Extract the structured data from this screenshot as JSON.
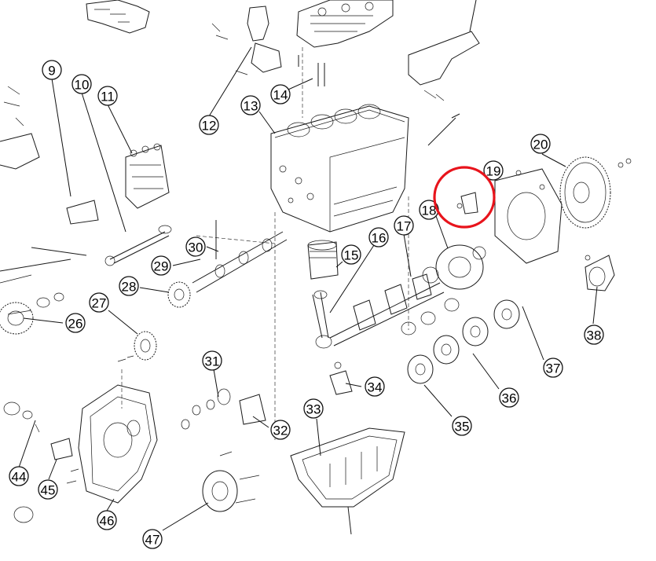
{
  "callouts": [
    "9",
    "10",
    "11",
    "12",
    "13",
    "14",
    "15",
    "16",
    "17",
    "18",
    "19",
    "20",
    "26",
    "27",
    "28",
    "29",
    "30",
    "31",
    "32",
    "33",
    "34",
    "35",
    "36",
    "37",
    "38",
    "44",
    "45",
    "46",
    "47"
  ],
  "highlight_color": "#e8141c"
}
